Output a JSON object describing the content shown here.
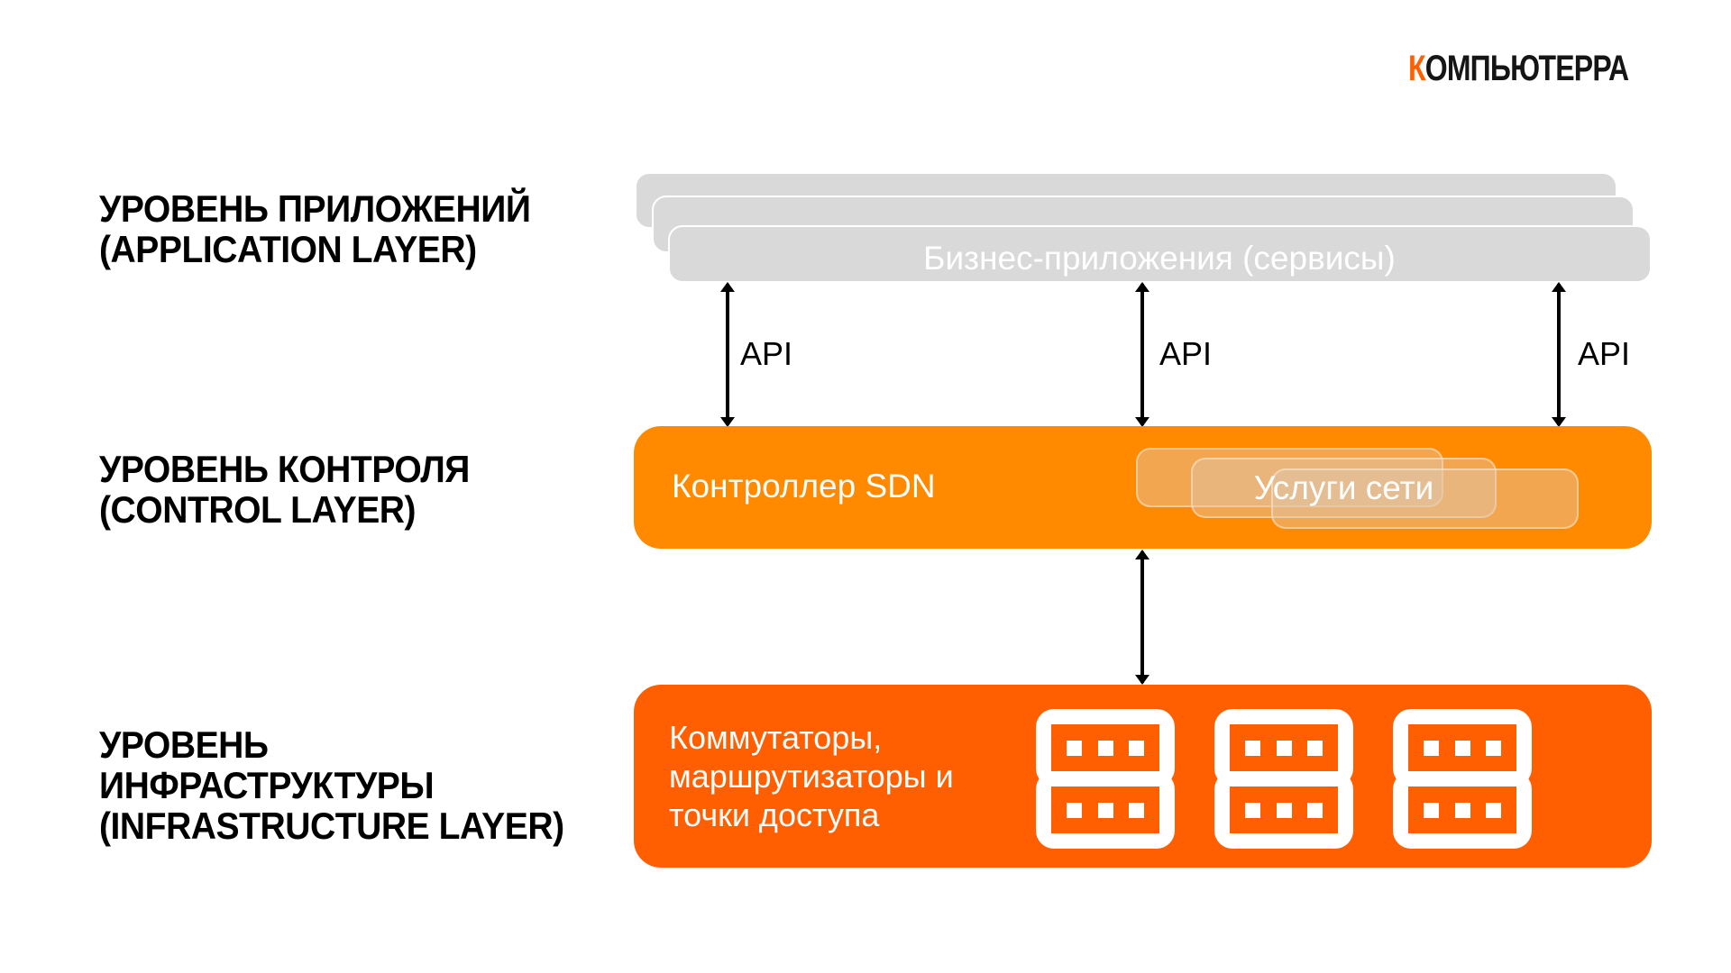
{
  "brand": {
    "logo_accent": "К",
    "logo_rest": "ОМПЬЮТЕРРА",
    "accent_color": "#FF5F00"
  },
  "layers": {
    "application": {
      "title_line1": "УРОВЕНЬ ПРИЛОЖЕНИЙ",
      "title_line2": "(APPLICATION LAYER)",
      "box_label": "Бизнес-приложения (сервисы)",
      "box_color": "#D9D9D9"
    },
    "control": {
      "title_line1": "УРОВЕНЬ КОНТРОЛЯ",
      "title_line2": "(CONTROL LAYER)",
      "controller_label": "Контроллер SDN",
      "services_label": "Услуги сети",
      "box_color": "#FF8A00"
    },
    "infrastructure": {
      "title_line1": "УРОВЕНЬ",
      "title_line2": "ИНФРАСТРУКТУРЫ",
      "title_line3": "(INFRASTRUCTURE LAYER)",
      "desc_line1": "Коммутаторы,",
      "desc_line2": "маршрутизаторы и",
      "desc_line3": "точки доступа",
      "box_color": "#FF5F00",
      "device_icons": [
        "server-icon",
        "server-icon",
        "server-icon"
      ]
    }
  },
  "connectors": {
    "api_labels": [
      "API",
      "API",
      "API"
    ],
    "control_to_infra": "bidirectional-arrow"
  }
}
